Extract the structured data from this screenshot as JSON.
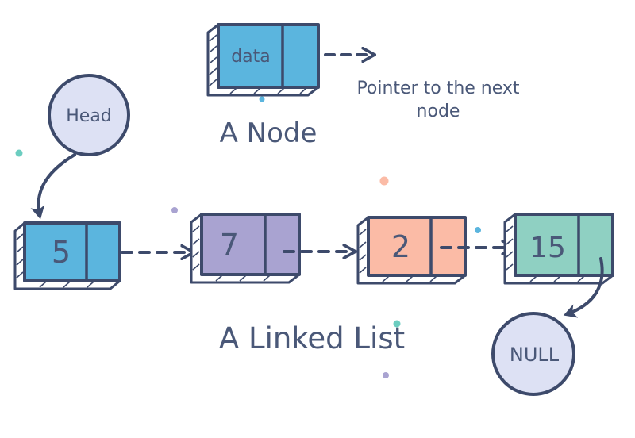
{
  "legend_node": {
    "field_label": "data",
    "fill": "#5bb5de",
    "pointer_caption_line1": "Pointer to the next",
    "pointer_caption_line2": "node",
    "title": "A Node"
  },
  "head": {
    "label": "Head"
  },
  "list": {
    "title": "A Linked List",
    "nodes": [
      {
        "value": "5",
        "fill": "#5bb5de"
      },
      {
        "value": "7",
        "fill": "#a9a3d1"
      },
      {
        "value": "2",
        "fill": "#fbbba6"
      },
      {
        "value": "15",
        "fill": "#8fd0c2"
      }
    ]
  },
  "terminal": {
    "label": "NULL"
  },
  "colors": {
    "outline": "#3d4a6b",
    "text": "#4a5878",
    "circle_fill": "#dde1f4",
    "dot_teal": "#6ccdc0",
    "dot_blue": "#5bb5de",
    "dot_orange": "#fbbba6",
    "dot_purple": "#a9a3d1"
  }
}
